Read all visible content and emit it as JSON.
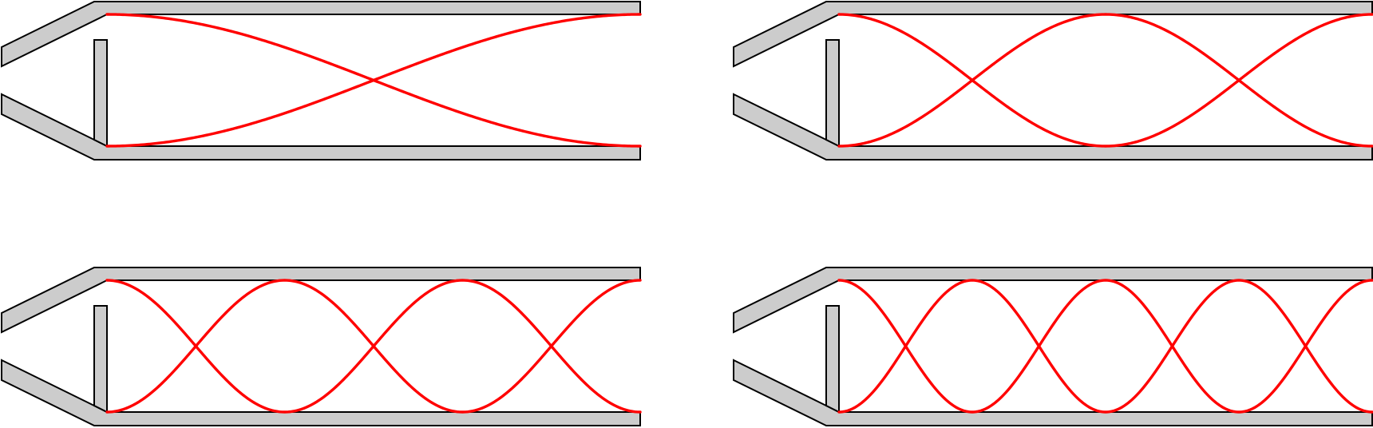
{
  "colors": {
    "pipe_fill": "#cccccc",
    "pipe_stroke": "#000000",
    "wave": "#ff0000",
    "background": "#ffffff"
  },
  "pipes": [
    {
      "name": "pipe-mode-1",
      "half_periods": 1
    },
    {
      "name": "pipe-mode-2",
      "half_periods": 2
    },
    {
      "name": "pipe-mode-3",
      "half_periods": 3
    },
    {
      "name": "pipe-mode-4",
      "half_periods": 4
    }
  ]
}
